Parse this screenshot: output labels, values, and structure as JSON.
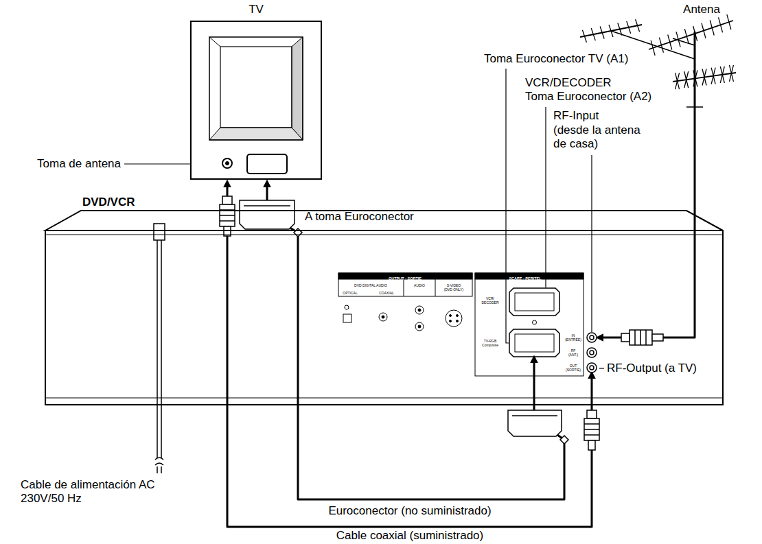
{
  "diagram": {
    "nodes": [
      {
        "text": [
          "TV"
        ]
      },
      {
        "text": [
          "Antena"
        ]
      },
      {
        "text": [
          "DVD/VCR"
        ]
      }
    ],
    "edges": [
      {
        "from": 1,
        "to": 2,
        "arrow": "to"
      },
      {
        "from": 2,
        "to": 0,
        "label": "Euroconector (no suministrado)",
        "arrow": "both"
      },
      {
        "from": 2,
        "to": 0,
        "label": "Cable coaxial (suministrado)",
        "arrow": "both"
      }
    ],
    "labels": [
      "Toma de antena",
      "A toma Euroconector",
      "Toma Euroconector TV (A1)",
      "VCR/DECODER Toma Euroconector (A2)",
      "RF-Input (desde la antena de casa)",
      "RF-Output (a TV)",
      "Cable de alimentación AC 230V/50 Hz",
      "OUTPUT - SORTIE",
      "DVD DIGITAL AUDIO",
      "OPTICAL",
      "COAXIAL",
      "AUDIO",
      "S-VIDEO (DVD ONLY)",
      "SCART - PERITEL",
      "VCR/ DECODER",
      "TV-RGB Composite",
      "IN (ENTRÉE)",
      "RF (ANT.)",
      "OUT (SORTIE)"
    ]
  }
}
